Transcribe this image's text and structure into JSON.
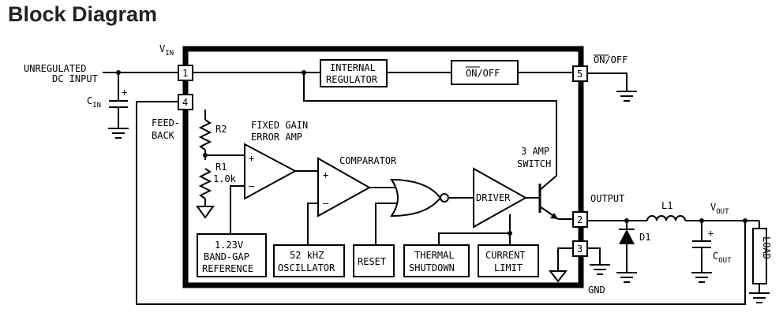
{
  "title": "Block Diagram",
  "labels": {
    "vin_main": "V",
    "vin_sub": "IN",
    "unregulated_line1": "UNREGULATED",
    "unregulated_line2": "DC INPUT",
    "cin_main": "C",
    "cin_sub": "IN",
    "feedback_line1": "FEED-",
    "feedback_line2": "BACK",
    "r2": "R2",
    "r1": "R1",
    "r1_value": "1.0k",
    "error_amp_line1": "FIXED GAIN",
    "error_amp_line2": "ERROR AMP",
    "comparator": "COMPARATOR",
    "switch_line1": "3 AMP",
    "switch_line2": "SWITCH",
    "output": "OUTPUT",
    "l1": "L1",
    "d1": "D1",
    "vout_main": "V",
    "vout_sub": "OUT",
    "cout_main": "C",
    "cout_sub": "OUT",
    "load": "LOAD",
    "gnd": "GND",
    "onoff_pin": "ON/OFF",
    "plus": "+",
    "minus": "–"
  },
  "blocks": {
    "internal_regulator_line1": "INTERNAL",
    "internal_regulator_line2": "REGULATOR",
    "onoff_block": "ON/OFF",
    "bandgap_line1": "1.23V",
    "bandgap_line2": "BAND-GAP",
    "bandgap_line3": "REFERENCE",
    "oscillator_line1": "52 kHZ",
    "oscillator_line2": "OSCILLATOR",
    "reset": "RESET",
    "thermal_line1": "THERMAL",
    "thermal_line2": "SHUTDOWN",
    "current_line1": "CURRENT",
    "current_line2": "LIMIT",
    "driver": "DRIVER"
  },
  "pins": {
    "p1": "1",
    "p2": "2",
    "p3": "3",
    "p4": "4",
    "p5": "5"
  }
}
